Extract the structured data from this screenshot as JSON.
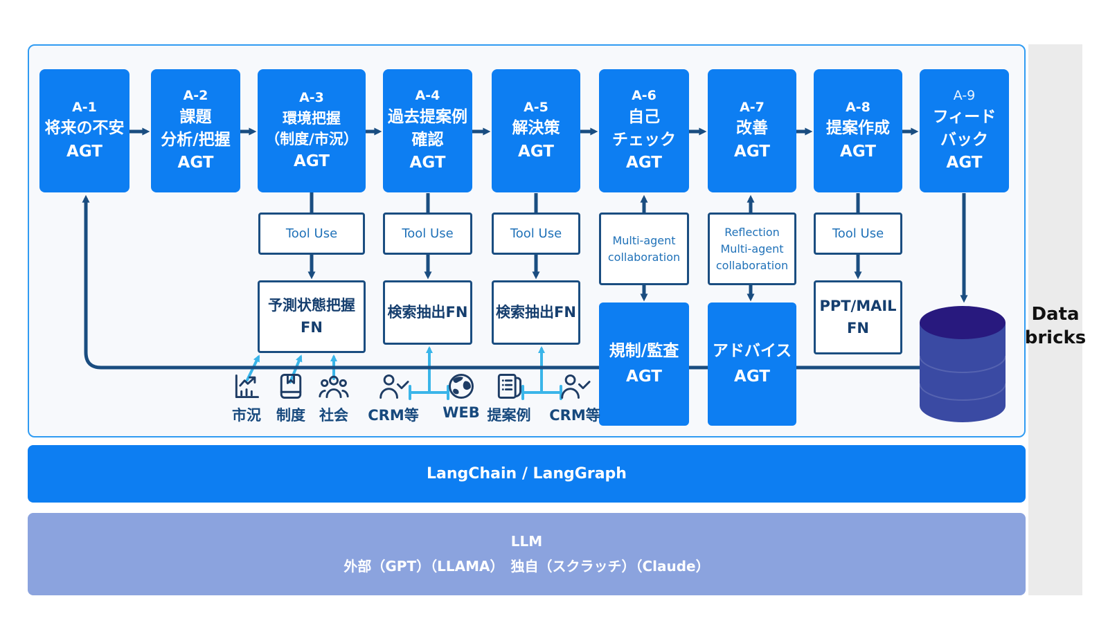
{
  "palette": {
    "agent_blue": "#0d7ef2",
    "navy": "#1a4d80",
    "link_blue": "#1f71b8",
    "cyan": "#3ab5e9",
    "llm_bar": "#8ba3de",
    "db_body": "#3a4aa3",
    "db_top": "#28197e",
    "panel_bg": "#f7f9fc",
    "panel_border": "#2f9bf2",
    "side_strip": "#ebebeb"
  },
  "agents": [
    {
      "id": "A-1",
      "name": "将来の不安",
      "suffix": "AGT"
    },
    {
      "id": "A-2",
      "name": "課題\n分析/把握",
      "suffix": "AGT"
    },
    {
      "id": "A-3",
      "name": "環境把握\n（制度/市況）",
      "suffix": "AGT"
    },
    {
      "id": "A-4",
      "name": "過去提案例\n確認",
      "suffix": "AGT"
    },
    {
      "id": "A-5",
      "name": "解決策",
      "suffix": "AGT"
    },
    {
      "id": "A-6",
      "name": "自己\nチェック",
      "suffix": "AGT"
    },
    {
      "id": "A-7",
      "name": "改善",
      "suffix": "AGT"
    },
    {
      "id": "A-8",
      "name": "提案作成",
      "suffix": "AGT"
    },
    {
      "id": "A-9",
      "name": "フィード\nバック",
      "suffix": "AGT"
    }
  ],
  "connectors": {
    "tool_use_a3": "Tool Use",
    "tool_use_a4": "Tool Use",
    "tool_use_a5": "Tool Use",
    "tool_use_a8": "Tool Use",
    "multi_agent": "Multi-agent\ncollaboration",
    "reflection": "Reflection\nMulti-agent\ncollaboration"
  },
  "functions": {
    "forecast_fn": "予測状態把握\nFN",
    "search_fn_a4": "検索抽出FN",
    "search_fn_a5": "検索抽出FN",
    "ppt_mail_fn": "PPT/MAIL\nFN"
  },
  "sub_agents": {
    "regulation": "規制/監査\nAGT",
    "advice": "アドバイス\nAGT"
  },
  "data_sources": [
    {
      "label": "市況",
      "icon": "market-chart"
    },
    {
      "label": "制度",
      "icon": "rulebook"
    },
    {
      "label": "社会",
      "icon": "people"
    },
    {
      "label": "CRM等",
      "icon": "person-check"
    },
    {
      "label": "WEB",
      "icon": "globe"
    },
    {
      "label": "提案例",
      "icon": "proposal-doc"
    },
    {
      "label": "CRM等",
      "icon": "person-check"
    }
  ],
  "database": {
    "label": "Data\nbricks"
  },
  "layers": {
    "orchestration": "LangChain / LangGraph",
    "llm_title": "LLM",
    "llm_detail": "外部（GPT）（LLAMA）　独自（スクラッチ）（Claude）"
  }
}
